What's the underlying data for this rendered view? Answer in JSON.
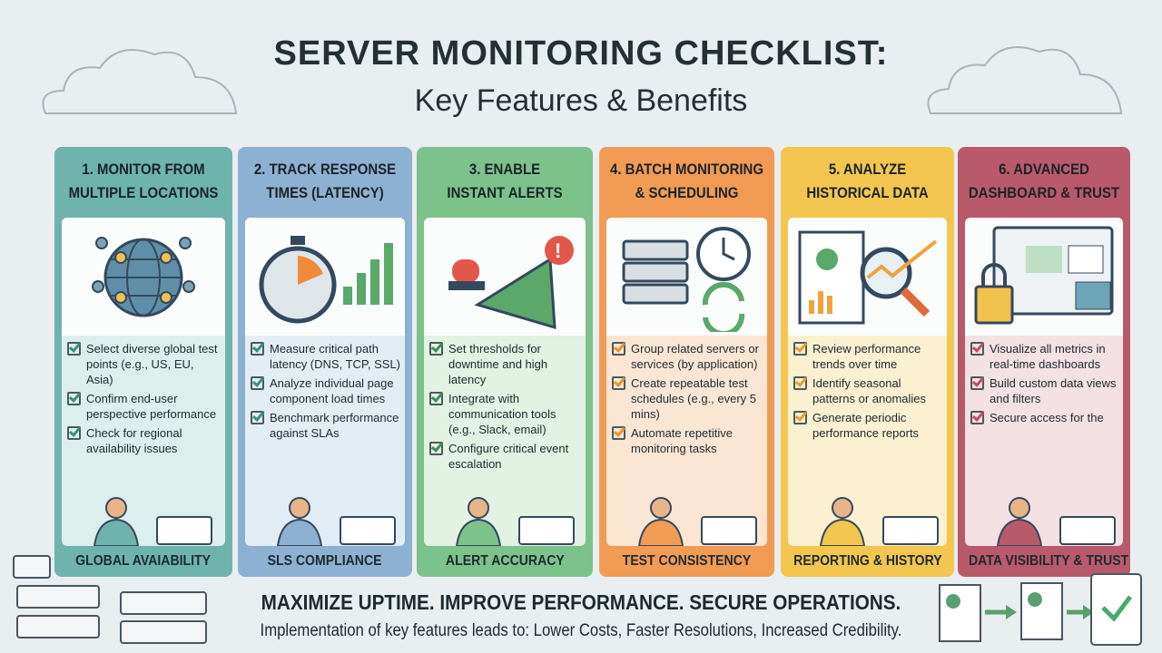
{
  "header": {
    "title": "SERVER MONITORING CHECKLIST:",
    "subtitle": "Key Features & Benefits"
  },
  "cards": [
    {
      "title_line1": "1. MONITOR FROM",
      "title_line2": "MULTIPLE LOCATIONS",
      "color": "#6fb3ad",
      "tint": "#dcefed",
      "check": "#3f8f7a",
      "items": [
        "Select diverse global test points (e.g., US, EU, Asia)",
        "Confirm end-user perspective performance",
        "Check for regional availability issues"
      ],
      "footer": "GLOBAL AVAIABILITY",
      "icon": "globe-network-icon"
    },
    {
      "title_line1": "2. TRACK RESPONSE",
      "title_line2": "TIMES (LATENCY)",
      "color": "#8db1d2",
      "tint": "#e3edf6",
      "check": "#3f8f7a",
      "items": [
        "Measure critical path latency (DNS, TCP, SSL)",
        "Analyze individual page component load times",
        "Benchmark performance against SLAs"
      ],
      "footer": "SLS COMPLIANCE",
      "icon": "stopwatch-icon"
    },
    {
      "title_line1": "3. ENABLE",
      "title_line2": "INSTANT ALERTS",
      "color": "#7dc18b",
      "tint": "#e2f2e3",
      "check": "#3f8f5a",
      "items": [
        "Set thresholds for downtime and high latency",
        "Integrate with communication tools (e.g., Slack, email)",
        "Configure critical event escalation"
      ],
      "footer": "ALERT ACCURACY",
      "icon": "megaphone-alert-icon"
    },
    {
      "title_line1": "4. BATCH MONITORING",
      "title_line2": "& SCHEDULING",
      "color": "#f19b55",
      "tint": "#fbe6d4",
      "check": "#e0962e",
      "items": [
        "Group related servers or services (by application)",
        "Create repeatable test schedules (e.g., every 5 mins)",
        "Automate repetitive monitoring tasks"
      ],
      "footer": "TEST CONSISTENCY",
      "icon": "server-clock-icon"
    },
    {
      "title_line1": "5. ANALYZE",
      "title_line2": "HISTORICAL DATA",
      "color": "#f3c64f",
      "tint": "#fbf0cf",
      "check": "#e0a12e",
      "items": [
        "Review performance trends over time",
        "Identify seasonal patterns or anomalies",
        "Generate periodic performance reports"
      ],
      "footer": "REPORTING & HISTORY",
      "icon": "magnifier-report-icon"
    },
    {
      "title_line1": "6. ADVANCED",
      "title_line2": "DASHBOARD & TRUST",
      "color": "#b95a6c",
      "tint": "#f3e1e4",
      "check": "#c0505c",
      "items": [
        "Visualize all metrics in real-time dashboards",
        "Build custom data views and filters",
        "Secure access for the"
      ],
      "footer": "DATA VISIBILITY & TRUST",
      "icon": "dashboard-lock-icon"
    }
  ],
  "footer": {
    "tagline": "MAXIMIZE UPTIME. IMPROVE PERFORMANCE. SECURE OPERATIONS.",
    "summary": "Implementation of key features leads to: Lower Costs, Faster Resolutions, Increased Credibility."
  }
}
